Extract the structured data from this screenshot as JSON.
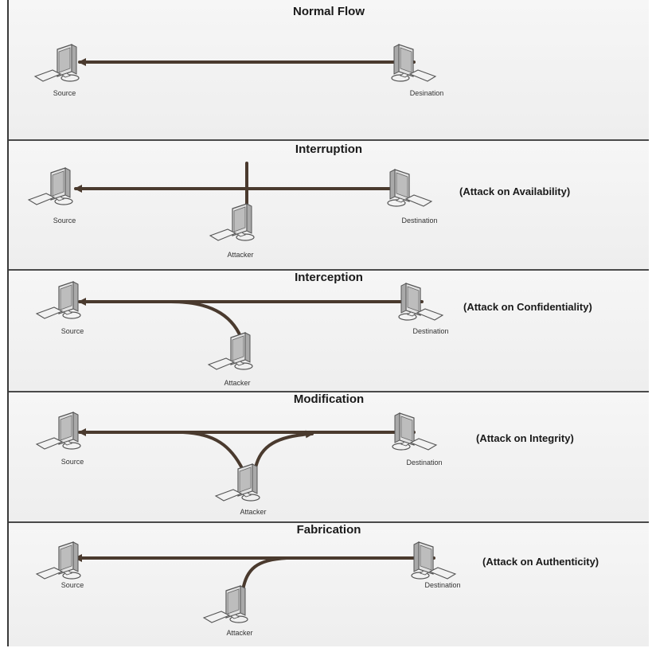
{
  "panels": [
    {
      "title": "Normal Flow",
      "note": "",
      "source": "Source",
      "destination": "Desination",
      "attacker": ""
    },
    {
      "title": "Interruption",
      "note": "(Attack on Availability)",
      "source": "Source",
      "destination": "Destination",
      "attacker": "Attacker"
    },
    {
      "title": "Interception",
      "note": "(Attack on Confidentiality)",
      "source": "Source",
      "destination": "Destination",
      "attacker": "Attacker"
    },
    {
      "title": "Modification",
      "note": "(Attack on Integrity)",
      "source": "Source",
      "destination": "Destination",
      "attacker": "Attacker"
    },
    {
      "title": "Fabrication",
      "note": "(Attack on Authenticity)",
      "source": "Source",
      "destination": "Destination",
      "attacker": "Attacker"
    }
  ],
  "colors": {
    "wire": "#4a3a2e",
    "monitor": "#cfcfcf",
    "outline": "#555555"
  },
  "icons": {
    "node": "desktop-computer-icon"
  }
}
